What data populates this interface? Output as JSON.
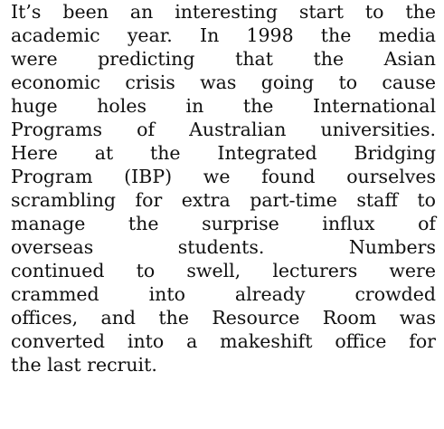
{
  "document": {
    "paragraph_lines": [
      "It’s been an interesting start to the",
      "academic year.  In 1998 the media",
      "were predicting that the Asian",
      "economic crisis was going to cause",
      "huge holes in the International",
      "Programs of Australian universities.",
      "Here at the Integrated Bridging",
      "Program (IBP) we found ourselves",
      "scrambling for extra part-time staff to",
      "manage the surprise influx of",
      "overseas students.   Numbers",
      "continued to swell, lecturers were",
      "crammed into already crowded",
      "offices, and the Resource Room was",
      "converted into a makeshift office for",
      "the last recruit."
    ]
  }
}
